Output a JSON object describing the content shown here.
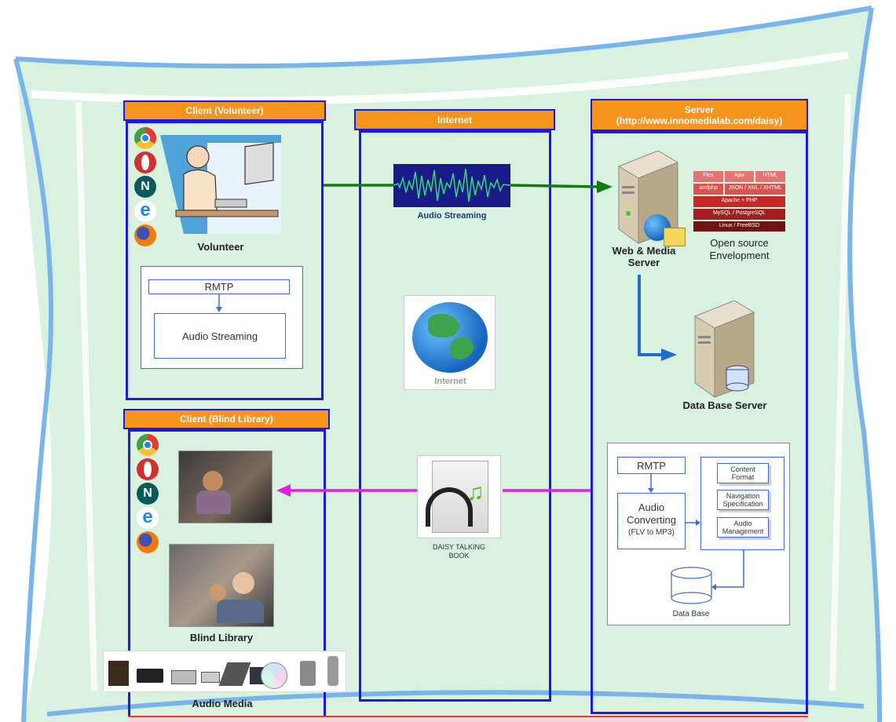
{
  "columns": {
    "client_volunteer": {
      "header": "Client (Volunteer)"
    },
    "internet": {
      "header": "Internet"
    },
    "server": {
      "header_line1": "Server",
      "header_line2": "(http://www.innomedialab.com/daisy)"
    },
    "client_blind": {
      "header": "Client (Blind Library)"
    }
  },
  "volunteer": {
    "label": "Volunteer",
    "rmtp": "RMTP",
    "audio_streaming": "Audio Streaming"
  },
  "internet_col": {
    "waveform_label": "Audio Streaming",
    "globe_label": "Internet",
    "daisy_label_line1": "DAISY TALKING",
    "daisy_label_line2": "BOOK"
  },
  "server_col": {
    "web_media_line1": "Web & Media",
    "web_media_line2": "Server",
    "open_source_line1": "Open source",
    "open_source_line2": "Envelopment",
    "stack": {
      "row1": [
        "Flex",
        "Ajax",
        "HTML"
      ],
      "row2": [
        "amfphp",
        "JSON / XML / XHTML"
      ],
      "row3": "Apache + PHP",
      "row4": "MySQL / PostgreSQL",
      "row5": "Linux / FreeBSD"
    },
    "db_server": "Data Base Server",
    "rmtp": "RMTP",
    "audio_conv_line1": "Audio",
    "audio_conv_line2": "Converting",
    "audio_conv_line3": "(FLV to MP3)",
    "content_format_line1": "Content",
    "content_format_line2": "Format",
    "nav_spec_line1": "Navigation",
    "nav_spec_line2": "Specification",
    "audio_mgmt_line1": "Audio",
    "audio_mgmt_line2": "Management",
    "data_base": "Data Base"
  },
  "blind": {
    "label": "Blind Library",
    "audio_media": "Audio Media"
  },
  "colors": {
    "header_orange": "#f7941d",
    "panel_blue": "#1a1ae6",
    "arrow_green": "#117a11",
    "arrow_magenta": "#e020e0",
    "arrow_blue": "#1e6fc8"
  },
  "icons": [
    "chrome-icon",
    "opera-icon",
    "netscape-icon",
    "ie-icon",
    "firefox-icon"
  ]
}
